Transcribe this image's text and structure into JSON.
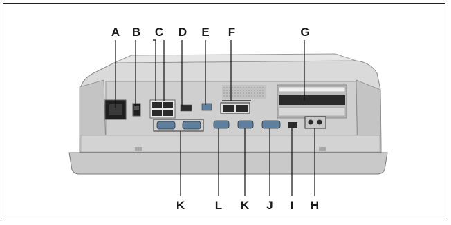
{
  "labels": {
    "top": [
      "A",
      "B",
      "C",
      "D",
      "E",
      "F",
      "G"
    ],
    "bottom": [
      "K",
      "L",
      "K",
      "J",
      "I",
      "H"
    ]
  },
  "colors": {
    "frame": "#222222",
    "panel_light": "#d9d9d9",
    "panel_mid": "#bdbdbd",
    "panel_dark": "#8a8a8a",
    "leader": "#111111",
    "port_dark": "#2a2a2a",
    "port_blue": "#5f7f9e"
  }
}
